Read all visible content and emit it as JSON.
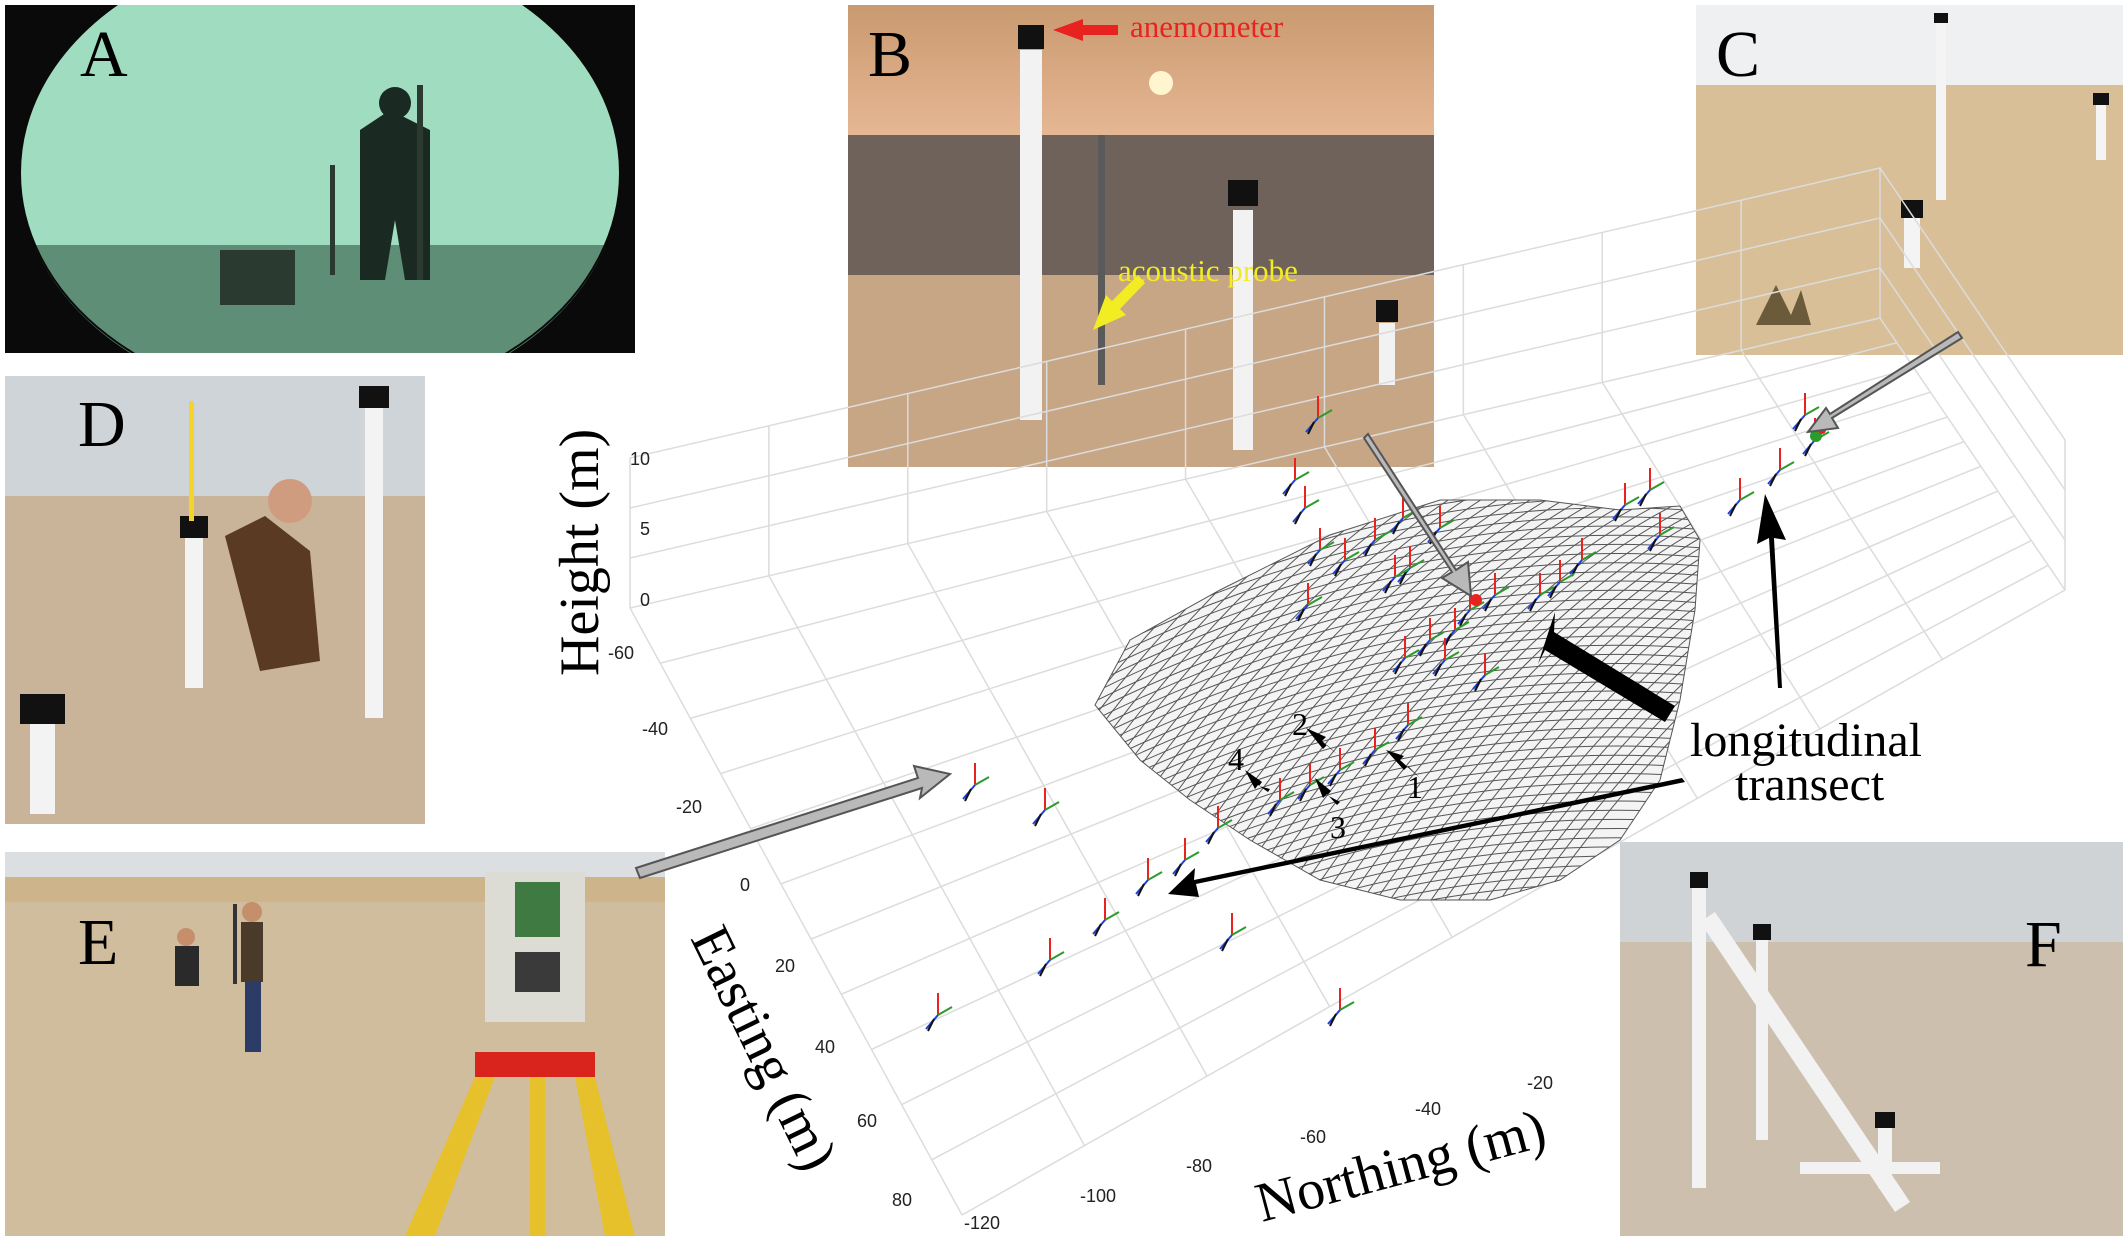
{
  "panels": {
    "A": {
      "label": "A"
    },
    "B": {
      "label": "B",
      "anemometer": "anemometer",
      "acoustic_probe": "acoustic probe"
    },
    "C": {
      "label": "C"
    },
    "D": {
      "label": "D"
    },
    "E": {
      "label": "E"
    },
    "F": {
      "label": "F"
    }
  },
  "plot": {
    "height_label": "Height (m)",
    "easting_label": "Easting (m)",
    "northing_label": "Northing (m)",
    "height_ticks": [
      "10",
      "5",
      "0"
    ],
    "easting_ticks": [
      "-60",
      "-40",
      "-20",
      "0",
      "20",
      "40",
      "60",
      "80"
    ],
    "northing_ticks": [
      "-120",
      "-100",
      "-80",
      "-60",
      "-40",
      "-20"
    ],
    "transect_label_1": "longitudinal",
    "transect_label_2": "transect",
    "station_numbers": [
      "1",
      "2",
      "3",
      "4"
    ]
  },
  "colors": {
    "anemometer_label": "#e8231f",
    "probe_label": "#f2ec22",
    "arrow_black": "#000000",
    "arrow_gray": "#b9b9b9",
    "mesh": "#555555"
  }
}
